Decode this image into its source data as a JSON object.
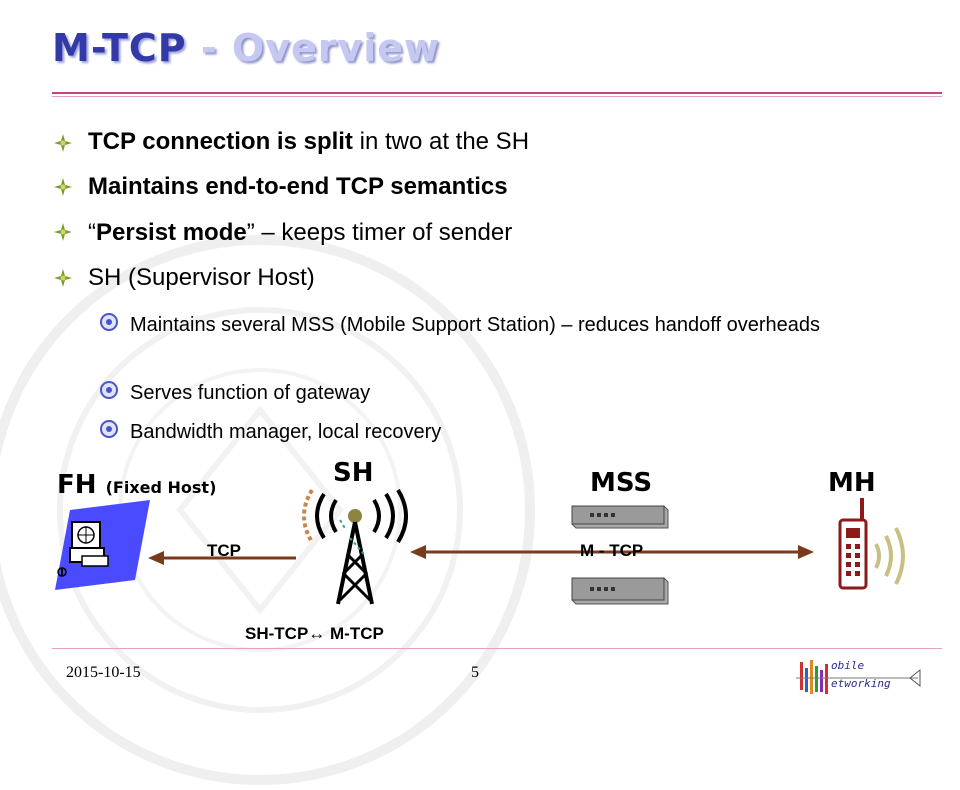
{
  "slide": {
    "title_part1": "M-TCP",
    "title_part2": " - Overview"
  },
  "bullets": [
    {
      "bold": "TCP connection is split",
      "normal": " in two at the SH"
    },
    {
      "bold": "Maintains end-to-end TCP semantics",
      "normal": ""
    },
    {
      "open_quote": "“",
      "bold": "Persist mode",
      "normal": "” – keeps timer of sender"
    },
    {
      "bold": "",
      "normal": "SH (Supervisor Host)"
    }
  ],
  "sub_bullets": [
    "Maintains several MSS (Mobile Support Station) – reduces handoff overheads",
    "Serves function of gateway",
    "Bandwidth manager, local recovery"
  ],
  "diagram": {
    "fh_label": "FH",
    "fh_note": "(Fixed Host)",
    "sh_label": "SH",
    "mss_label": "MSS",
    "mh_label": "MH",
    "tcp_label": "TCP",
    "mtcp_label": "M - TCP",
    "shtcp_label": "SH-TCP",
    "shtcp_arrow": "↔",
    "shtcp_right": " M-TCP",
    "colors": {
      "arrow": "#7a3a1e",
      "phone": "#8b1a1a",
      "tower": "#000000",
      "signal": "#8c8440",
      "computer_bg": "#4a4aff"
    }
  },
  "footer": {
    "date": "2015-10-15",
    "page": "5",
    "logo_line1": "obile",
    "logo_line2": "etworking"
  }
}
